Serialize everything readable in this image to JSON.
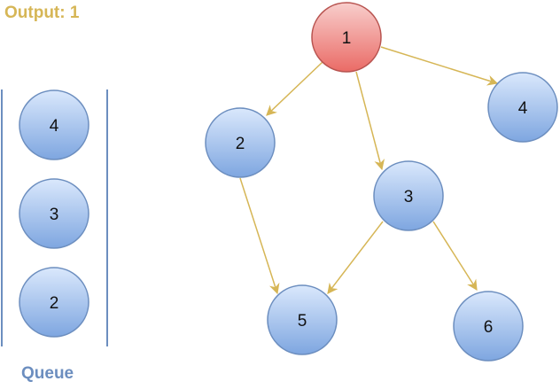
{
  "output": {
    "label": "Output: 1"
  },
  "queue": {
    "label": "Queue",
    "items": [
      "4",
      "3",
      "2"
    ]
  },
  "graph": {
    "nodes": [
      {
        "id": "1",
        "label": "1",
        "state": "visited"
      },
      {
        "id": "2",
        "label": "2",
        "state": "queued"
      },
      {
        "id": "3",
        "label": "3",
        "state": "queued"
      },
      {
        "id": "4",
        "label": "4",
        "state": "queued"
      },
      {
        "id": "5",
        "label": "5",
        "state": "unvisited"
      },
      {
        "id": "6",
        "label": "6",
        "state": "unvisited"
      }
    ],
    "edges": [
      {
        "from": "1",
        "to": "2"
      },
      {
        "from": "1",
        "to": "3"
      },
      {
        "from": "1",
        "to": "4"
      },
      {
        "from": "2",
        "to": "5"
      },
      {
        "from": "3",
        "to": "5"
      },
      {
        "from": "3",
        "to": "6"
      }
    ]
  },
  "colors": {
    "accent_text": "#D6B656",
    "queue_text": "#6C8EBF",
    "edge": "#D6B656",
    "visited_fill_top": "#F8CECC",
    "visited_fill_bottom": "#EA6B66",
    "visited_stroke": "#B85450",
    "node_fill_top": "#DAE8FC",
    "node_fill_bottom": "#7EA6E0",
    "node_stroke": "#6C8EBF"
  }
}
